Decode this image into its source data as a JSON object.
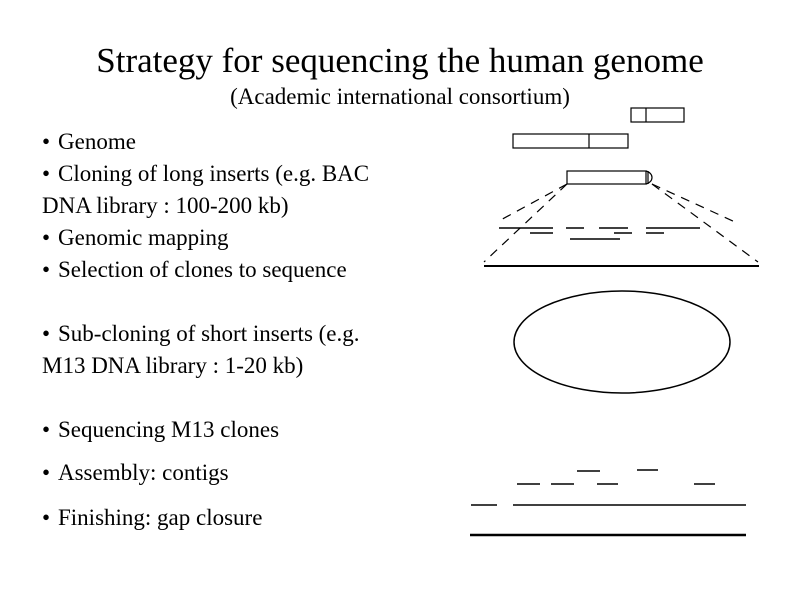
{
  "slide": {
    "title": "Strategy for sequencing the human genome",
    "subtitle": "(Academic international consortium)",
    "bullet": "•",
    "items": [
      [
        "Genome"
      ],
      [
        "Cloning of long inserts (e.g. BAC",
        "DNA library : 100-200 kb)"
      ],
      [
        "Genomic mapping"
      ],
      [
        "Selection of clones to sequence"
      ],
      [
        "Sub-cloning of short inserts (e.g.",
        "M13 DNA library : 1-20 kb)"
      ],
      [
        "Sequencing M13 clones"
      ],
      [
        "Assembly: contigs"
      ],
      [
        "Finishing: gap closure"
      ]
    ]
  },
  "diagram": {
    "line_color": "#000000",
    "elements": [
      "genome-bar",
      "clone-library-bars",
      "bac-clone",
      "genomic-map",
      "selected-clones",
      "m13-subclone-circle",
      "contig-reads",
      "contig-line",
      "finished-sequence"
    ]
  }
}
